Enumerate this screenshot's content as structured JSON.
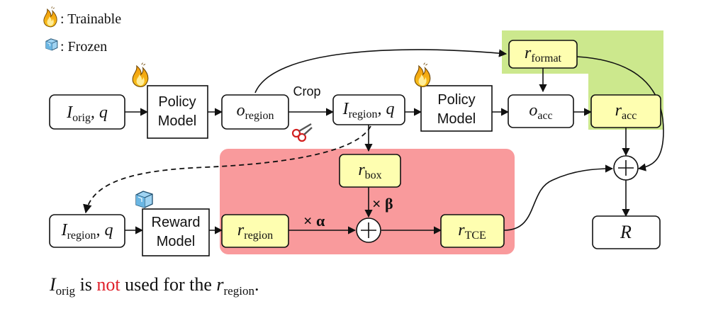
{
  "colors": {
    "red_region": "#f99a9c",
    "green_region": "#cce88d",
    "yellow_box": "#fefeb0",
    "not_red": "#e0202a",
    "stroke": "#111111"
  },
  "legend": {
    "trainable": {
      "icon": "flame-icon",
      "label": ": Trainable"
    },
    "frozen": {
      "icon": "ice-cube-icon",
      "label": ": Frozen"
    }
  },
  "nodes": {
    "input_orig": {
      "main": "I",
      "sub": "orig",
      "suffix": ", q"
    },
    "policy1": {
      "line1": "Policy",
      "line2": "Model",
      "icon": "flame-icon"
    },
    "o_region": {
      "main": "o",
      "sub": "region"
    },
    "crop": {
      "label": "Crop",
      "icon": "scissors-icon"
    },
    "input_region": {
      "main": "I",
      "sub": "region",
      "suffix": ", q"
    },
    "policy2": {
      "line1": "Policy",
      "line2": "Model",
      "icon": "flame-icon"
    },
    "o_acc": {
      "main": "o",
      "sub": "acc"
    },
    "r_format": {
      "main": "r",
      "sub": "format"
    },
    "r_acc": {
      "main": "r",
      "sub": "acc"
    },
    "r_box": {
      "main": "r",
      "sub": "box"
    },
    "beta": "× β",
    "alpha": "× α",
    "input_region2": {
      "main": "I",
      "sub": "region",
      "suffix": ", q"
    },
    "reward": {
      "line1": "Reward",
      "line2": "Model",
      "icon": "ice-cube-icon"
    },
    "r_region": {
      "main": "r",
      "sub": "region"
    },
    "r_tce": {
      "main": "r",
      "sub": "TCE"
    },
    "R": "R"
  },
  "caption": {
    "i_main": "I",
    "i_sub": "orig",
    "is": " is ",
    "not": "not",
    "rest": " used for the ",
    "r_main": "r",
    "r_sub": "region",
    "end": "."
  }
}
